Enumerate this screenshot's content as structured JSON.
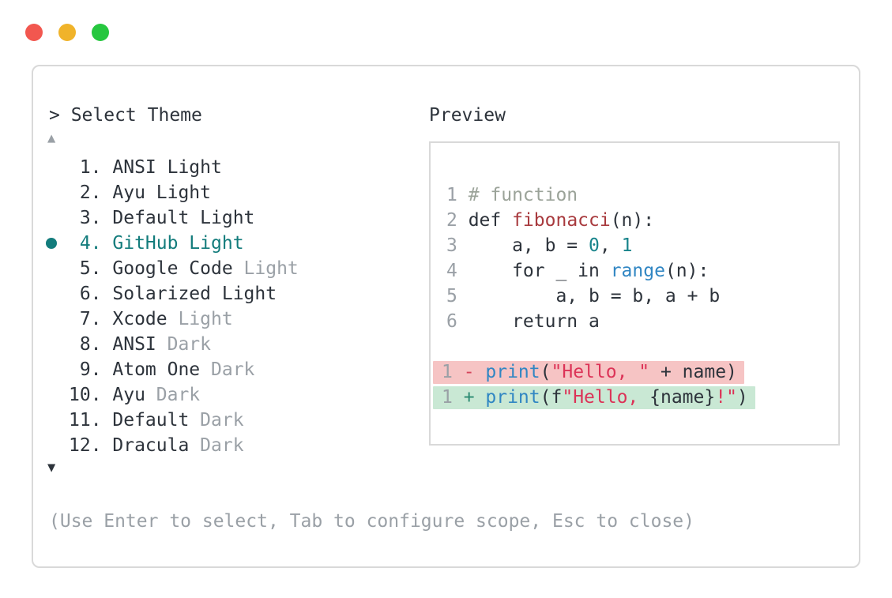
{
  "colors": {
    "border": "#d9d9d9",
    "text_dark": "#2d333b",
    "muted": "#9aa0a6",
    "teal": "#137c7c",
    "comment": "#9ba399",
    "function": "#a83a3e",
    "number": "#18848b",
    "builtin": "#3086c3",
    "string": "#dc3357",
    "diff_minus": "#d5455b",
    "diff_plus": "#2a8a71",
    "bg_removed": "#f6c4c4",
    "bg_added": "#c9e8d4",
    "traffic_red": "#f2574f",
    "traffic_yellow": "#f0b32a",
    "traffic_green": "#26c73f"
  },
  "theme_selector": {
    "prompt": "> Select Theme",
    "scroll_up_glyph": "▲",
    "scroll_down_glyph": "▼",
    "items": [
      {
        "number": "1.",
        "name": "ANSI Light",
        "suffix": "",
        "selected": false
      },
      {
        "number": "2.",
        "name": "Ayu Light",
        "suffix": "",
        "selected": false
      },
      {
        "number": "3.",
        "name": "Default Light",
        "suffix": "",
        "selected": false
      },
      {
        "number": "4.",
        "name": "GitHub Light",
        "suffix": "",
        "selected": true
      },
      {
        "number": "5.",
        "name": "Google Code",
        "suffix": "Light",
        "selected": false
      },
      {
        "number": "6.",
        "name": "Solarized Light",
        "suffix": "",
        "selected": false
      },
      {
        "number": "7.",
        "name": "Xcode",
        "suffix": "Light",
        "selected": false
      },
      {
        "number": "8.",
        "name": "ANSI",
        "suffix": "Dark",
        "selected": false
      },
      {
        "number": "9.",
        "name": "Atom One",
        "suffix": "Dark",
        "selected": false
      },
      {
        "number": "10.",
        "name": "Ayu",
        "suffix": "Dark",
        "selected": false
      },
      {
        "number": "11.",
        "name": "Default",
        "suffix": "Dark",
        "selected": false
      },
      {
        "number": "12.",
        "name": "Dracula",
        "suffix": "Dark",
        "selected": false
      }
    ],
    "footer_hint": "(Use Enter to select, Tab to configure scope, Esc to close)"
  },
  "preview": {
    "title": "Preview",
    "code_lines": [
      {
        "num": "1",
        "segments": [
          {
            "text": "# function",
            "color": "comment"
          }
        ]
      },
      {
        "num": "2",
        "segments": [
          {
            "text": "def ",
            "color": "text_dark"
          },
          {
            "text": "fibonacci",
            "color": "function"
          },
          {
            "text": "(n):",
            "color": "text_dark"
          }
        ]
      },
      {
        "num": "3",
        "segments": [
          {
            "text": "    a, b = ",
            "color": "text_dark"
          },
          {
            "text": "0",
            "color": "number"
          },
          {
            "text": ", ",
            "color": "text_dark"
          },
          {
            "text": "1",
            "color": "number"
          }
        ]
      },
      {
        "num": "4",
        "segments": [
          {
            "text": "    for _ in ",
            "color": "text_dark"
          },
          {
            "text": "range",
            "color": "builtin"
          },
          {
            "text": "(n):",
            "color": "text_dark"
          }
        ]
      },
      {
        "num": "5",
        "segments": [
          {
            "text": "        a, b = b, a + b",
            "color": "text_dark"
          }
        ]
      },
      {
        "num": "6",
        "segments": [
          {
            "text": "    return a",
            "color": "text_dark"
          }
        ]
      },
      {
        "num": "",
        "segments": []
      },
      {
        "num": "1",
        "diff": "removed",
        "segments": [
          {
            "text": "- ",
            "color": "diff_minus"
          },
          {
            "text": "print",
            "color": "builtin"
          },
          {
            "text": "(",
            "color": "text_dark"
          },
          {
            "text": "\"Hello, \"",
            "color": "string"
          },
          {
            "text": " + name)",
            "color": "text_dark"
          }
        ]
      },
      {
        "num": "1",
        "diff": "added",
        "segments": [
          {
            "text": "+ ",
            "color": "diff_plus"
          },
          {
            "text": "print",
            "color": "builtin"
          },
          {
            "text": "(f",
            "color": "text_dark"
          },
          {
            "text": "\"Hello, ",
            "color": "string"
          },
          {
            "text": "{name}",
            "color": "text_dark"
          },
          {
            "text": "!\"",
            "color": "string"
          },
          {
            "text": ")",
            "color": "text_dark"
          }
        ]
      }
    ]
  }
}
